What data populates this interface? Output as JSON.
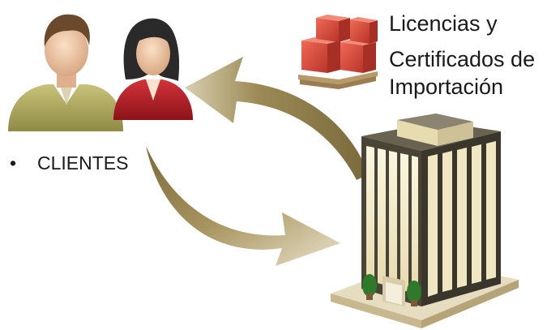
{
  "labels": {
    "clients_bullet": "•",
    "clients": "CLIENTES",
    "licenses_line1": "Licencias y",
    "licenses_line2": "Certificados de",
    "licenses_line3": "Importación"
  },
  "icons": {
    "man": "man-icon",
    "woman": "woman-icon",
    "boxes": "boxes-on-pallet-icon",
    "building": "office-building-icon"
  },
  "colors": {
    "arrow": "#8c7a45",
    "box": "#d9483a",
    "building_window": "#efe6c2",
    "building_frame": "#4a4436"
  }
}
